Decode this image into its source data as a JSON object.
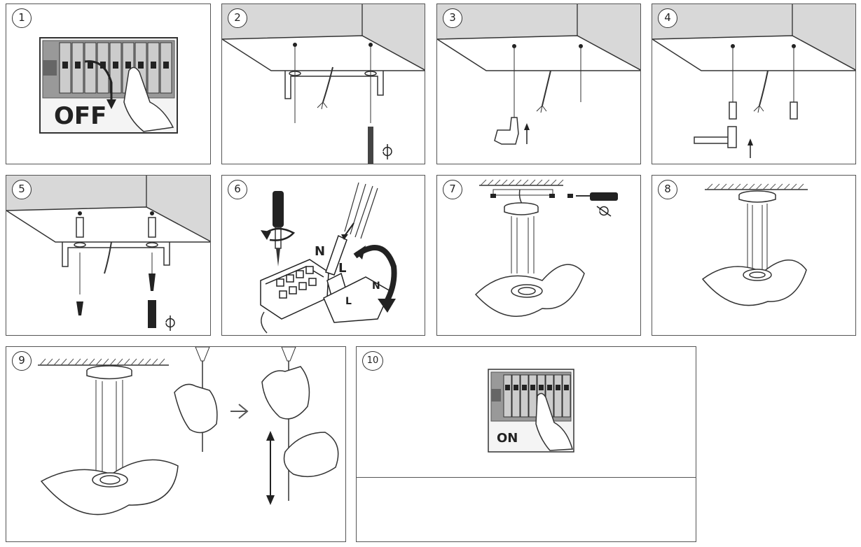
{
  "steps": [
    {
      "number": "1",
      "label": "OFF"
    },
    {
      "number": "2"
    },
    {
      "number": "3"
    },
    {
      "number": "4"
    },
    {
      "number": "5"
    },
    {
      "number": "6",
      "terminal_labels": [
        "N",
        "L",
        "L",
        "N"
      ]
    },
    {
      "number": "7"
    },
    {
      "number": "8"
    },
    {
      "number": "9"
    },
    {
      "number": "10",
      "label": "ON"
    }
  ],
  "icons": {
    "arrow": "arrow-icon",
    "rotate": "rotate-icon",
    "screwdriver": "screwdriver-icon",
    "hand": "hand-icon",
    "lamp": "pendant-lamp-icon",
    "breaker": "circuit-breaker-icon"
  }
}
